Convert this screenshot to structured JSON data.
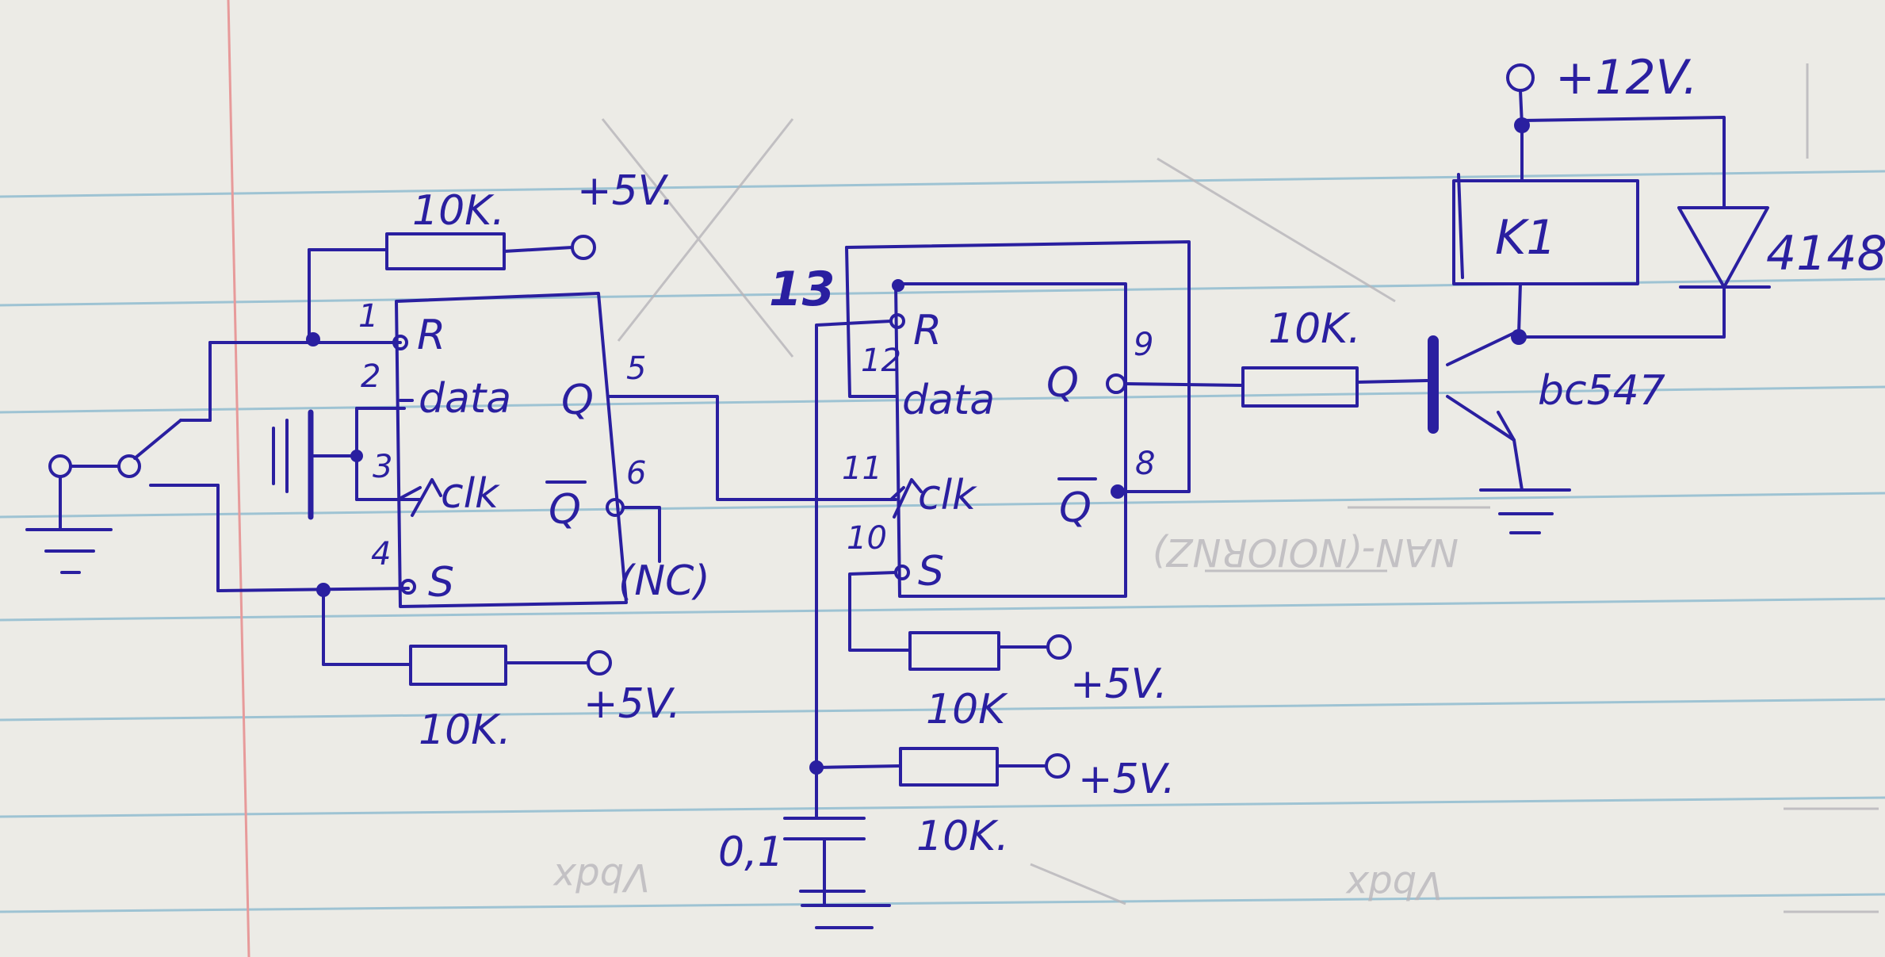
{
  "diagram": {
    "flipflop1": {
      "pins": {
        "r": "1",
        "data": "2",
        "clk": "3",
        "s": "4",
        "q": "5",
        "qbar": "6"
      },
      "labels": {
        "r": "R",
        "data": "data",
        "q": "Q",
        "clk": "clk",
        "qbar": "Q",
        "s": "S"
      },
      "note": "(NC)"
    },
    "flipflop2": {
      "pins": {
        "top": "13",
        "data": "12",
        "clk": "11",
        "s": "10",
        "q": "9",
        "qbar": "8"
      },
      "labels": {
        "r": "R",
        "data": "data",
        "q": "Q",
        "clk": "clk",
        "qbar": "Q",
        "s": "S"
      }
    },
    "resistors": {
      "r1": {
        "value": "10K.",
        "supply": "+5V."
      },
      "r2": {
        "value": "10K.",
        "supply": "+5V."
      },
      "r3": {
        "value": "10K",
        "supply": "+5V."
      },
      "r4": {
        "value": "10K.",
        "supply": "+5V."
      },
      "r5": {
        "value": "10K."
      }
    },
    "capacitor": {
      "value": "0,1"
    },
    "transistor": {
      "label": "bc547"
    },
    "relay": {
      "label": "K1",
      "supply": "+12V."
    },
    "diode": {
      "label": "4148"
    },
    "colors": {
      "ink": "#2a1fa0",
      "paper": "#ecebe6",
      "rule": "#9ec3d3",
      "margin": "#e79a9a"
    }
  }
}
